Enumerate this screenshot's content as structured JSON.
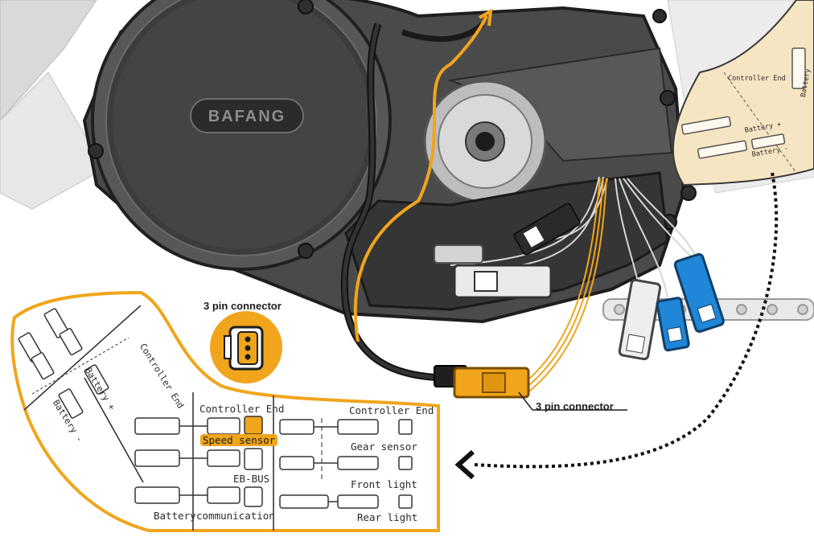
{
  "brand": {
    "logo_text": "BAFANG"
  },
  "colors": {
    "accent": "#f0a51c",
    "wire_blue": "#1f86d8",
    "panel_fill": "#f6e5c2"
  },
  "labels": {
    "three_pin_top": "3 pin connector",
    "three_pin_right": "3 pin connector",
    "controller_end_rot": "Controller End",
    "battery_plus_rot": "Battery +",
    "battery_minus_rot": "Battery -",
    "controller_end_mid": "Controller End",
    "speed_sensor": "Speed sensor",
    "eb_bus": "EB-BUS",
    "battery": "Battery",
    "communication": "communication",
    "controller_end_right": "Controller End",
    "gear_sensor": "Gear sensor",
    "front_light": "Front light",
    "rear_light": "Rear light"
  },
  "top_panel": {
    "controller_end": "Controller End",
    "battery_plus": "Battery +",
    "battery_minus": "Battery -",
    "battery_side": "Battery"
  }
}
